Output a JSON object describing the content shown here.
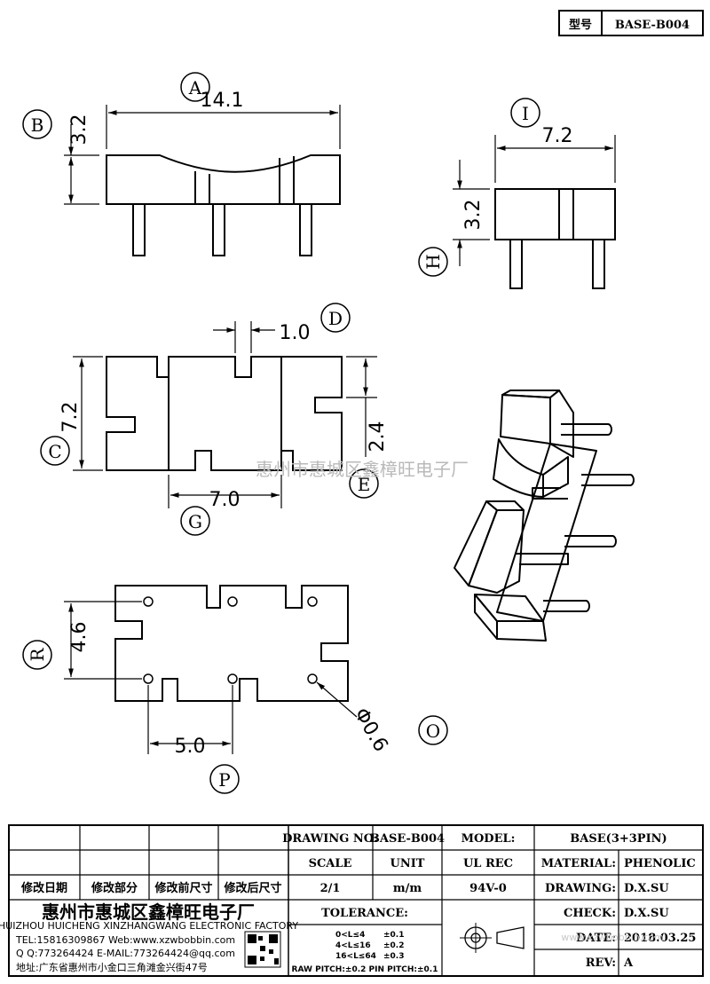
{
  "header": {
    "type_label": "型号",
    "model_code": "BASE-B004"
  },
  "views": {
    "front": {
      "label_a": "A",
      "label_b": "B",
      "width": "14.1",
      "height": "3.2"
    },
    "side": {
      "label_i": "I",
      "label_h": "H",
      "width": "7.2",
      "height": "3.2"
    },
    "slot": {
      "label_c": "C",
      "label_d": "D",
      "label_e": "E",
      "label_g": "G",
      "height": "7.2",
      "slot_width": "1.0",
      "notch": "2.4",
      "span": "7.0"
    },
    "bottom": {
      "label_r": "R",
      "label_o": "O",
      "label_p": "P",
      "row_gap": "4.6",
      "hole_dia": "Φ0.6",
      "pitch": "5.0"
    }
  },
  "watermark": "惠州市惠城区鑫樟旺电子厂",
  "title_block": {
    "drawing_no_label": "DRAWING NO:",
    "drawing_no": "BASE-B004",
    "model_label": "MODEL:",
    "model": "BASE(3+3PIN)",
    "scale_label": "SCALE",
    "unit_label": "UNIT",
    "ul_label": "UL REC",
    "material_label": "MATERIAL:",
    "material": "PHENOLIC",
    "scale": "2/1",
    "unit": "m/m",
    "ul": "94V-0",
    "drawing_label": "DRAWING:",
    "drawing": "D.X.SU",
    "check_label": "CHECK:",
    "check": "D.X.SU",
    "date_label": "DATE:",
    "date": "2018.03.25",
    "rev_label": "REV:",
    "rev": "A",
    "revision_headers": [
      "修改日期",
      "修改部分",
      "修改前尺寸",
      "修改后尺寸"
    ],
    "tolerance_label": "TOLERANCE:",
    "tolerances": [
      {
        "range": "0<L≤4",
        "value": "±0.1"
      },
      {
        "range": "4<L≤16",
        "value": "±0.2"
      },
      {
        "range": "16<L≤64",
        "value": "±0.3"
      }
    ],
    "pitch_line": "RAW PITCH:±0.2 PIN PITCH:±0.1",
    "company_cn": "惠州市惠城区鑫樟旺电子厂",
    "company_en": "HUIZHOU HUICHENG XINZHANGWANG ELECTRONIC FACTORY",
    "contact1": "TEL:15816309867 Web:www.xzwbobbin.com",
    "contact2": "Q Q:773264424 E-MAIL:773264424@qq.com",
    "address": "地址:广东省惠州市小金口三角滩金兴街47号",
    "web_watermark": "www.xzwbobbin.com"
  }
}
